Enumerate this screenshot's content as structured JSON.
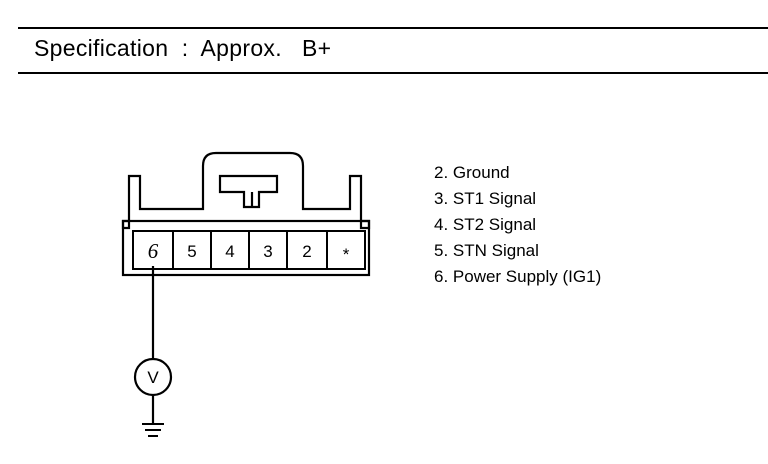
{
  "specification": {
    "label": "Specification",
    "separator": ":",
    "qualifier": "Approx.",
    "value": "B+"
  },
  "connector": {
    "pins": [
      "6",
      "5",
      "4",
      "3",
      "2",
      "*"
    ]
  },
  "meter": {
    "symbol": "V"
  },
  "legend": [
    "2. Ground",
    "3. ST1 Signal",
    "4. ST2 Signal",
    "5. STN Signal",
    "6. Power Supply (IG1)"
  ]
}
